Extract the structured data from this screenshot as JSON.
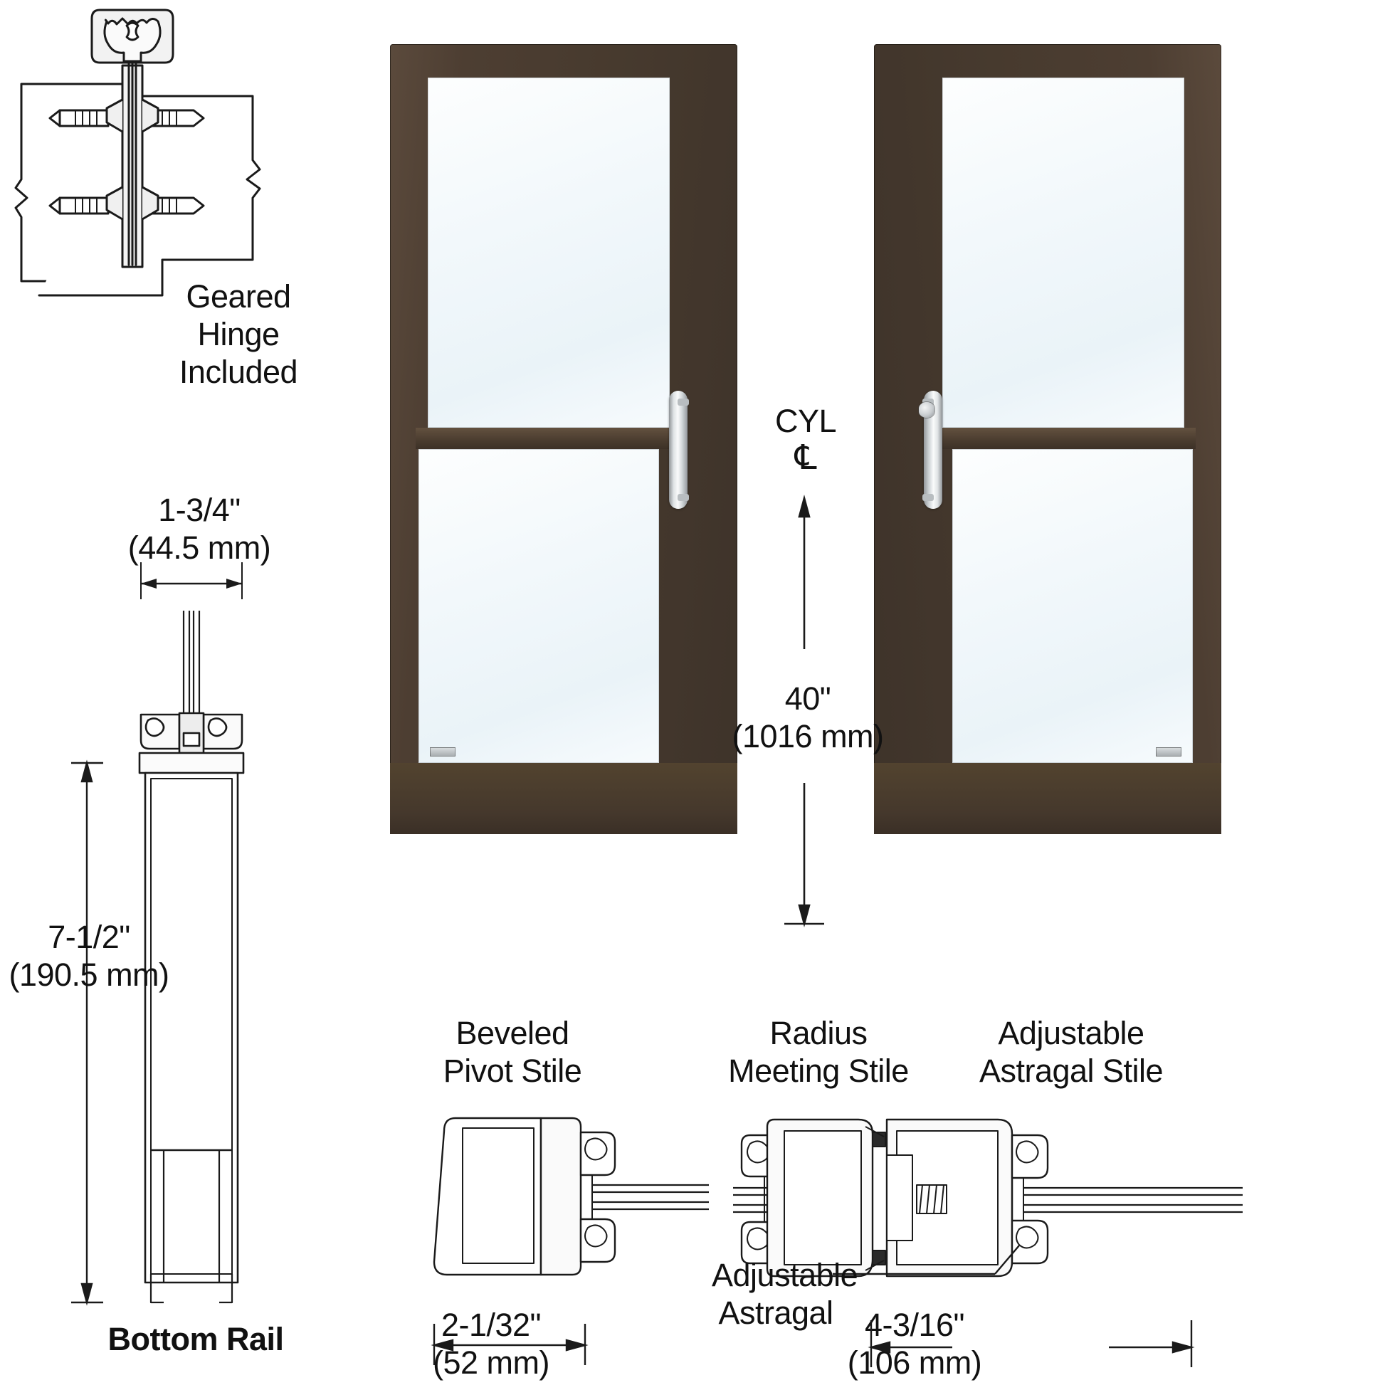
{
  "drawing": {
    "title": "Aluminum Entrance Door Components",
    "line_color": "#1a1a1a",
    "door_frame_color": "#4a3b2f",
    "door_frame_highlight": "#6b5748",
    "glass_color": "#eef6fa",
    "hardware_color": "#c9ced1"
  },
  "hinge_detail": {
    "caption_line1": "Geared Hinge",
    "caption_line2": "Included",
    "caption": "Geared Hinge\nIncluded"
  },
  "bottom_rail": {
    "width_dim_inch": "1-3/4\"",
    "width_dim_mm": "(44.5 mm)",
    "width_dim": "1-3/4\"\n(44.5 mm)",
    "height_dim_inch": "7-1/2\"",
    "height_dim_mm": "(190.5 mm)",
    "height_dim": "7-1/2\"\n(190.5 mm)",
    "caption": "Bottom Rail"
  },
  "doors": {
    "cyl_label": "CYL",
    "cyl_centerline_symbol": "℄",
    "height_dim_inch": "40\"",
    "height_dim_mm": "(1016 mm)",
    "height_dim": "40\"\n(1016 mm)",
    "left_door_name": "left-door",
    "right_door_name": "right-door"
  },
  "sections": {
    "pivot": {
      "caption_line1": "Beveled",
      "caption_line2": "Pivot Stile",
      "caption": "Beveled\nPivot Stile",
      "dim_inch": "2-1/32\"",
      "dim_mm": "(52 mm)",
      "dim": "2-1/32\"\n(52 mm)"
    },
    "meeting": {
      "caption_line1": "Radius",
      "caption_line2": "Meeting Stile",
      "caption": "Radius\nMeeting Stile"
    },
    "astragal": {
      "caption_line1": "Adjustable",
      "caption_line2": "Astragal Stile",
      "caption": "Adjustable\nAstragal Stile",
      "callout_line1": "Adjustable",
      "callout_line2": "Astragal",
      "callout": "Adjustable\nAstragal",
      "dim_inch": "4-3/16\"",
      "dim_mm": "(106 mm)",
      "dim": "4-3/16\"\n(106 mm)"
    }
  }
}
